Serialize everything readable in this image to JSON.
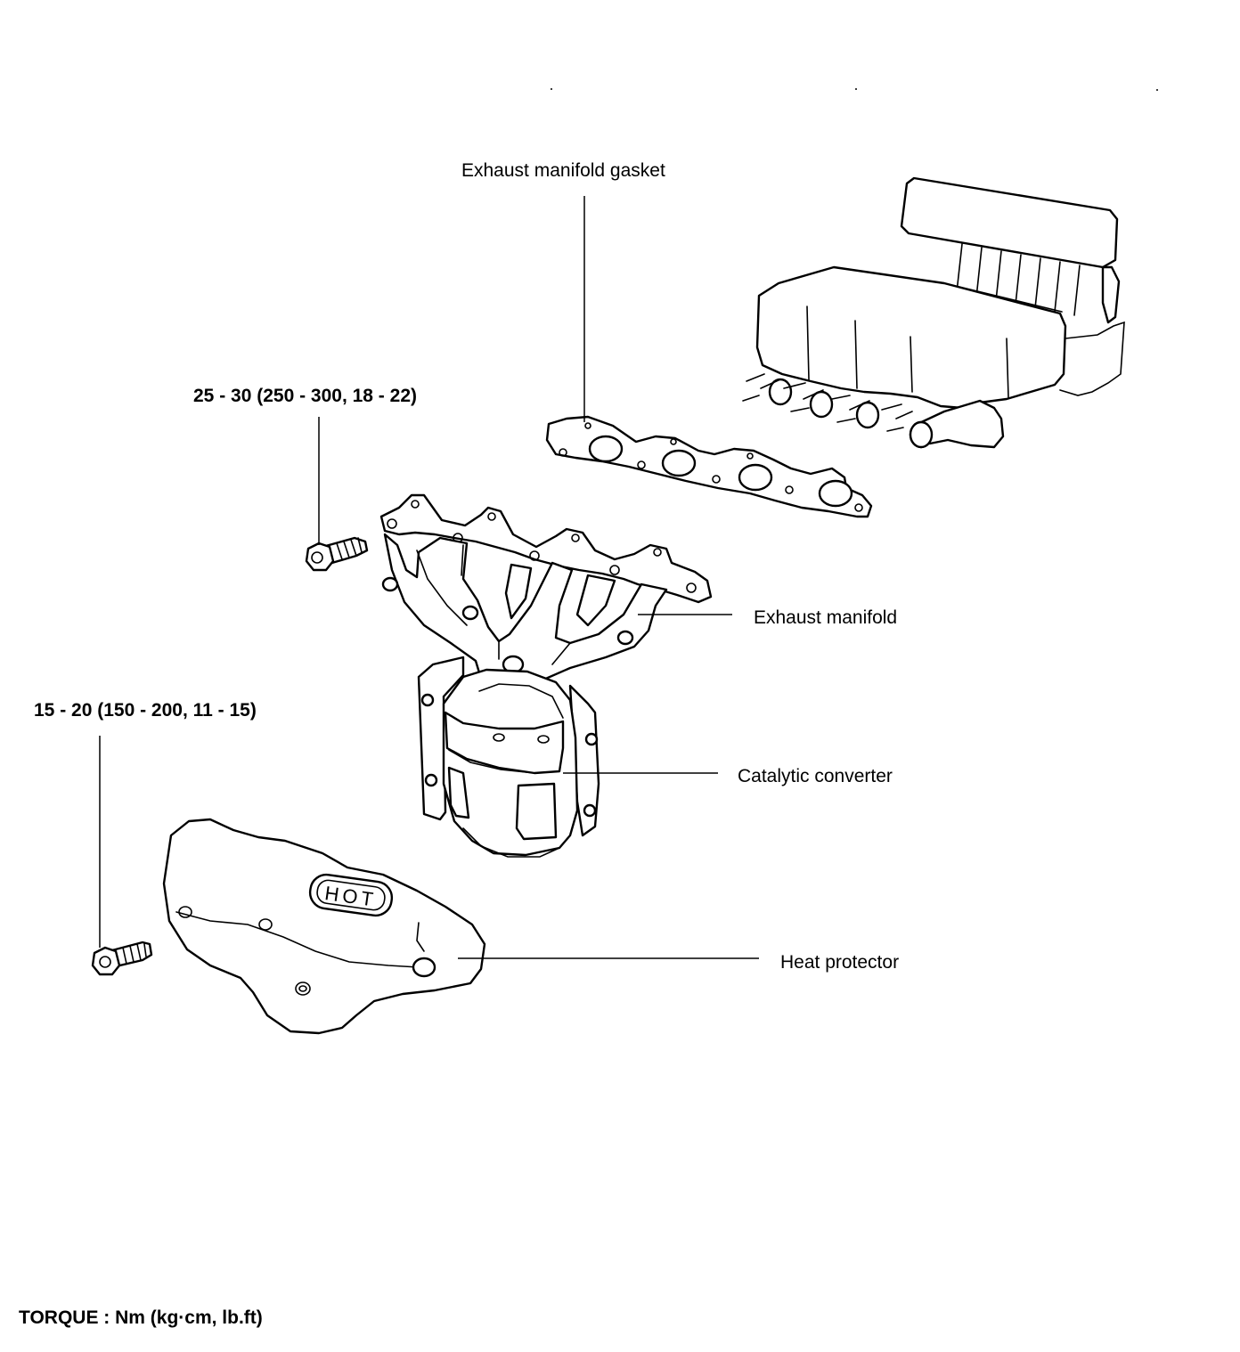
{
  "labels": {
    "gasket": "Exhaust manifold gasket",
    "manifold": "Exhaust manifold",
    "converter": "Catalytic converter",
    "protector": "Heat protector",
    "torque_manifold": "25 - 30 (250 - 300, 18 - 22)",
    "torque_protector": "15 - 20 (150 - 200, 11 - 15)",
    "torque_units": "TORQUE : Nm (kg·cm, lb.ft)",
    "hot_stamp": "HOT"
  },
  "colors": {
    "ink": "#000000",
    "paper": "#ffffff"
  }
}
